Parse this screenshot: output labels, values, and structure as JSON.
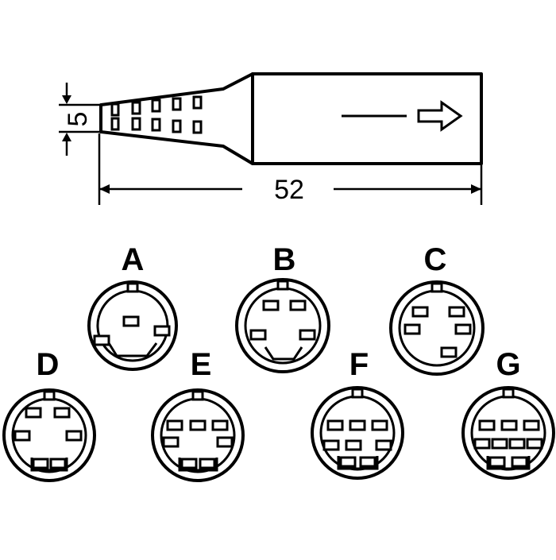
{
  "drawing": {
    "dimensions": {
      "height_value": "5",
      "length_value": "52"
    },
    "direction_arrow": "arrow-right-icon",
    "connectors": [
      {
        "label": "A",
        "pins": 3
      },
      {
        "label": "B",
        "pins": 4
      },
      {
        "label": "C",
        "pins": 5
      },
      {
        "label": "D",
        "pins": 6
      },
      {
        "label": "E",
        "pins": 7
      },
      {
        "label": "F",
        "pins": 8
      },
      {
        "label": "G",
        "pins": 9
      }
    ]
  }
}
